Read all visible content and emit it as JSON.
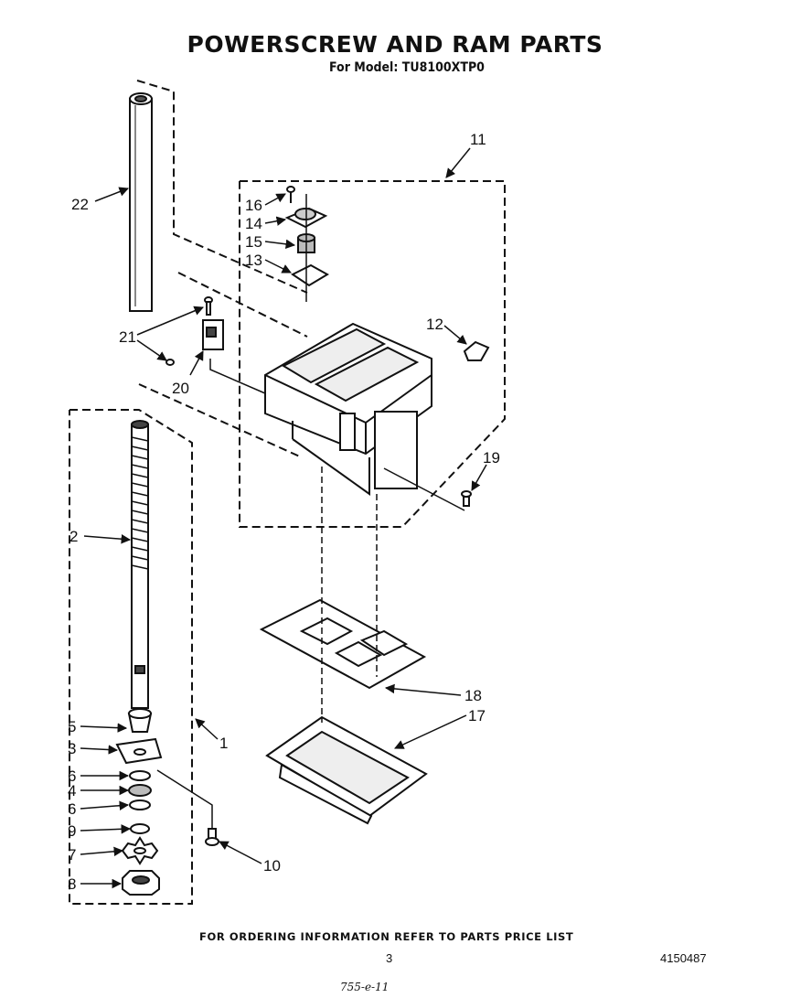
{
  "title": "POWERSCREW AND RAM  PARTS",
  "model_line": "For Model: TU8100XTP0",
  "footer_note": "FOR ORDERING INFORMATION REFER TO PARTS PRICE LIST",
  "page_number": "3",
  "doc_number": "4150487",
  "handwritten_note": "755-e-11",
  "callouts": {
    "c1": "1",
    "c2": "2",
    "c3": "3",
    "c4": "4",
    "c5": "5",
    "c6a": "6",
    "c6b": "6",
    "c7": "7",
    "c8": "8",
    "c9": "9",
    "c10": "10",
    "c11": "11",
    "c12": "12",
    "c13": "13",
    "c14": "14",
    "c15": "15",
    "c16": "16",
    "c17": "17",
    "c18": "18",
    "c19": "19",
    "c20": "20",
    "c21": "21",
    "c22": "22"
  }
}
